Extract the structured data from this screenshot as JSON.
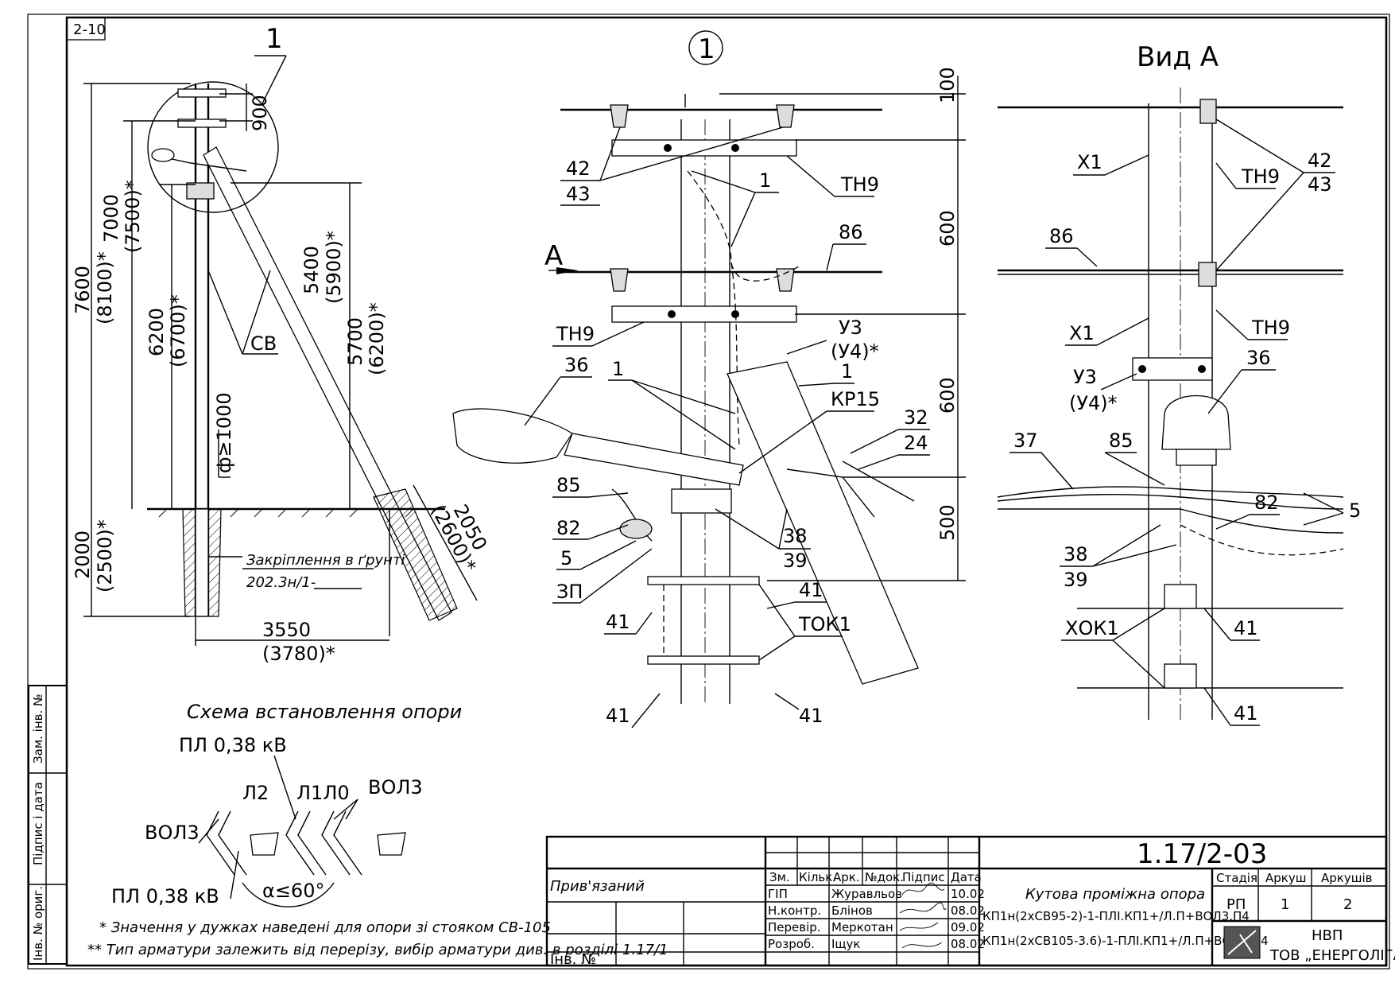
{
  "sheet": {
    "corner_code": "2-10",
    "detail_marker": "1",
    "view_title": "Вид А",
    "section_marker": "А"
  },
  "left_view": {
    "callout_number": "1",
    "dims": {
      "total_height": "7600",
      "total_height_alt": "(8100)*",
      "upper": "7000",
      "upper_alt": "(7500)*",
      "mid": "6200",
      "mid_alt": "(6700)*",
      "strut_top": "5400",
      "strut_top_alt": "(5900)*",
      "strut_mid": "5700",
      "strut_mid_alt": "(6200)*",
      "dim_900": "900",
      "diameter": "ф≥1000",
      "depth": "2000",
      "depth_alt": "(2500)*",
      "base": "3550",
      "base_alt": "(3780)*",
      "strut_embed": "2050",
      "strut_embed_alt": "(2600)*"
    },
    "label_cb": "СВ",
    "ground_note": "Закріплення в ґрунті",
    "ground_ref": "202.3н/1-"
  },
  "detail_view": {
    "dims": [
      "100",
      "600",
      "600",
      "500"
    ],
    "labels": {
      "l42": "42",
      "l43": "43",
      "tn9_top": "ТН9",
      "l1_top": "1",
      "l86": "86",
      "tn9_mid": "ТН9",
      "u3": "У3",
      "u4": "(У4)*",
      "l36": "36",
      "l1_mid": "1",
      "l1_right": "1",
      "kp15": "КР15",
      "l32": "32",
      "l24": "24",
      "l85": "85",
      "l82": "82",
      "l5": "5",
      "zp": "ЗП",
      "l38": "38",
      "l39": "39",
      "l41_a": "41",
      "l41_b": "41",
      "tok1": "ТОК1",
      "l41_c": "41",
      "l41_d": "41"
    }
  },
  "view_a": {
    "labels": {
      "x1_top": "Х1",
      "tn9_top": "ТН9",
      "l42": "42",
      "l43": "43",
      "l86": "86",
      "x1_mid": "Х1",
      "tn9_mid": "ТН9",
      "u3": "У3",
      "u4": "(У4)*",
      "l36": "36",
      "l37": "37",
      "l85": "85",
      "l5": "5",
      "l82": "82",
      "l38": "38",
      "l39": "39",
      "xok1": "ХОК1",
      "l41_a": "41",
      "l41_b": "41"
    }
  },
  "scheme": {
    "title": "Схема встановлення опори",
    "pl_top": "ПЛ 0,38 кВ",
    "l2": "Л2",
    "l1l0": "Л1Л0",
    "vol3_right": "ВОЛ3",
    "vol3_left": "ВОЛ3",
    "pl_bottom": "ПЛ 0,38 кВ",
    "angle": "α≤60°"
  },
  "notes": {
    "note1": "* Значення у дужках наведені для опори зі стояком СВ-105",
    "note2": "** Тип арматури залежить від перерізу, вибір арматури див. в розділі 1.17/1"
  },
  "left_strip": {
    "zam": "Зам. інв. №",
    "pidpys": "Підпис і дата",
    "inv": "Інв. № ориг."
  },
  "title_block": {
    "doc_number": "1.17/2-03",
    "pryvyazanyi": "Прив'язаний",
    "inv_no": "Інв. №",
    "headers": [
      "Зм.",
      "Кільк.",
      "Арк.",
      "№док.",
      "Підпис",
      "Дата"
    ],
    "people": [
      {
        "role": "ГІП",
        "name": "Журавльов",
        "date": "10.02"
      },
      {
        "role": "Н.контр.",
        "name": "Блінов",
        "date": "08.02"
      },
      {
        "role": "Перевір.",
        "name": "Меркотан",
        "date": "09.02"
      },
      {
        "role": "Розроб.",
        "name": "Іщук",
        "date": "08.02"
      }
    ],
    "title_line1": "Кутова проміжна опора",
    "title_line2": "КП1н(2хСВ95-2)-1-ПЛІ.КП1+/Л.П+ВОЛ3.П4",
    "title_line3": "КП1н(2хСВ105-3.6)-1-ПЛІ.КП1+/Л.П+ВОЛ3.П4",
    "stage_header": "Стадія",
    "sheet_header": "Аркуш",
    "sheets_header": "Аркушів",
    "stage": "РП",
    "sheet": "1",
    "sheets": "2",
    "company_line1": "НВП",
    "company_line2": "ТОВ „ЕНЕРГОЛІГА”"
  },
  "colors": {
    "ink": "#000000",
    "paper": "#ffffff"
  }
}
